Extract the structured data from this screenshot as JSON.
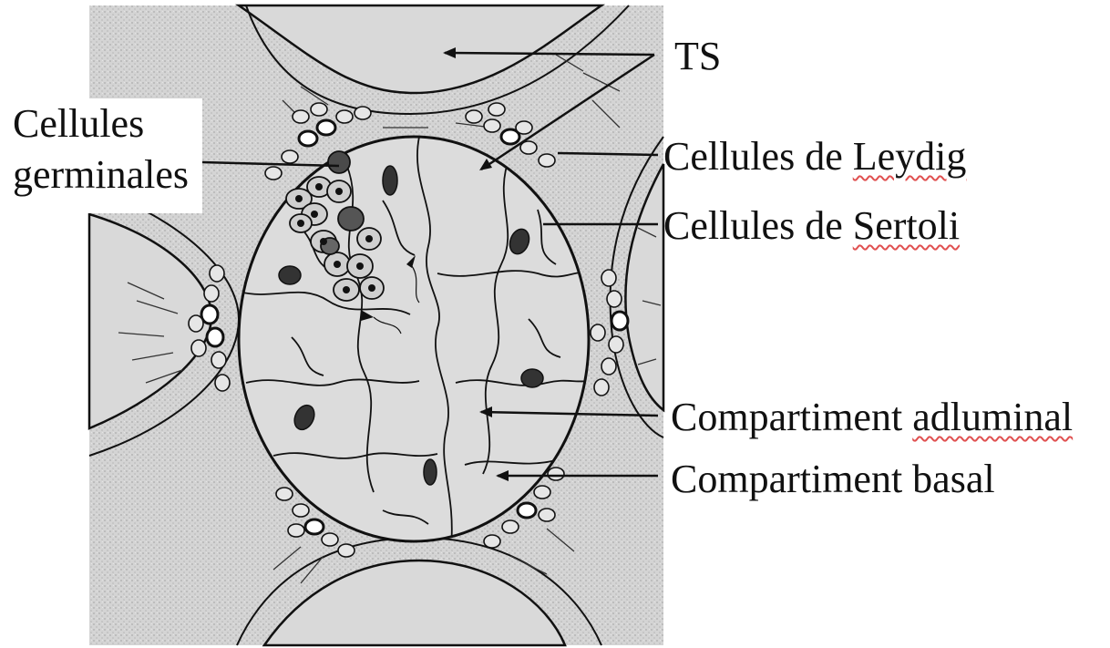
{
  "labels": {
    "ts": "TS",
    "germinal_line1": "Cellules",
    "germinal_line2": "germinales",
    "leydig_prefix": "Cellules de ",
    "leydig_word": "Leydig",
    "sertoli_prefix": "Cellules de ",
    "sertoli_word": "Sertoli",
    "adluminal_prefix": "Compartiment ",
    "adluminal_word": "adluminal",
    "basal": "Compartiment basal"
  },
  "colors": {
    "background_texture": "#d2d2d2",
    "ink": "#111111",
    "spellcheck_underline": "#e05050"
  }
}
